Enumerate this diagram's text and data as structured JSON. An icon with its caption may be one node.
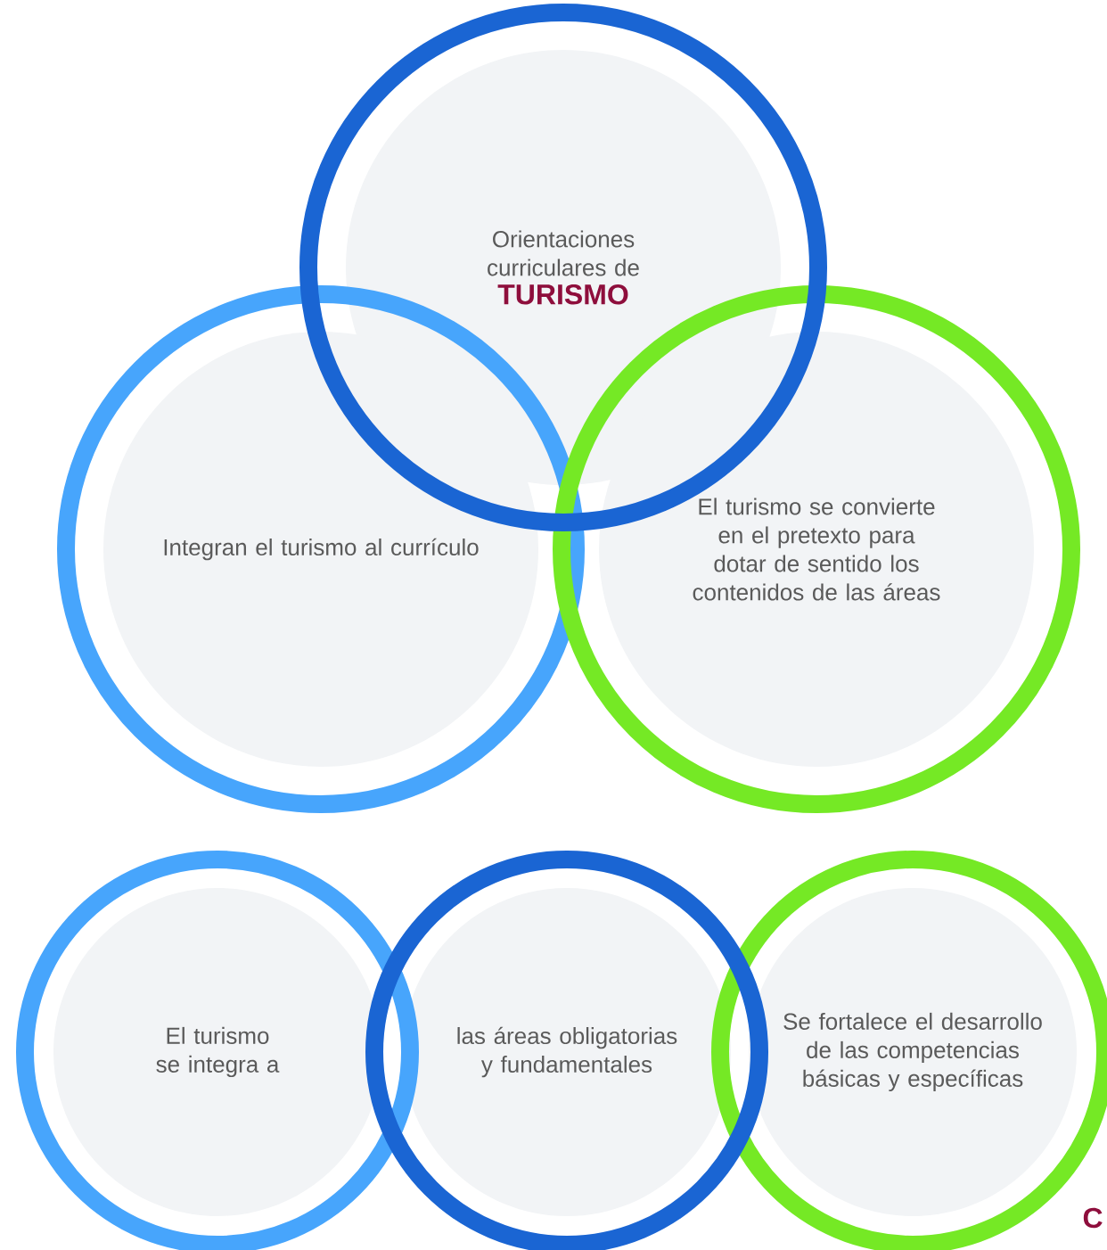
{
  "diagram": {
    "nodes": [
      {
        "text": [
          "Orientaciones curriculares de",
          "TURISMO"
        ]
      },
      {
        "text": [
          "Integran el turismo al currículo"
        ]
      },
      {
        "text": [
          "El turismo se convierte en  el pretexto para dotar de sentido los contenidos de las áreas"
        ]
      },
      {
        "text": [
          "El turismo se integra a"
        ]
      },
      {
        "text": [
          "las áreas obligatorias y fundamentales"
        ]
      },
      {
        "text": [
          "Se fortalece el desarrollo de las competencias básicas y específicas"
        ]
      }
    ],
    "labels": [
      "C"
    ]
  }
}
